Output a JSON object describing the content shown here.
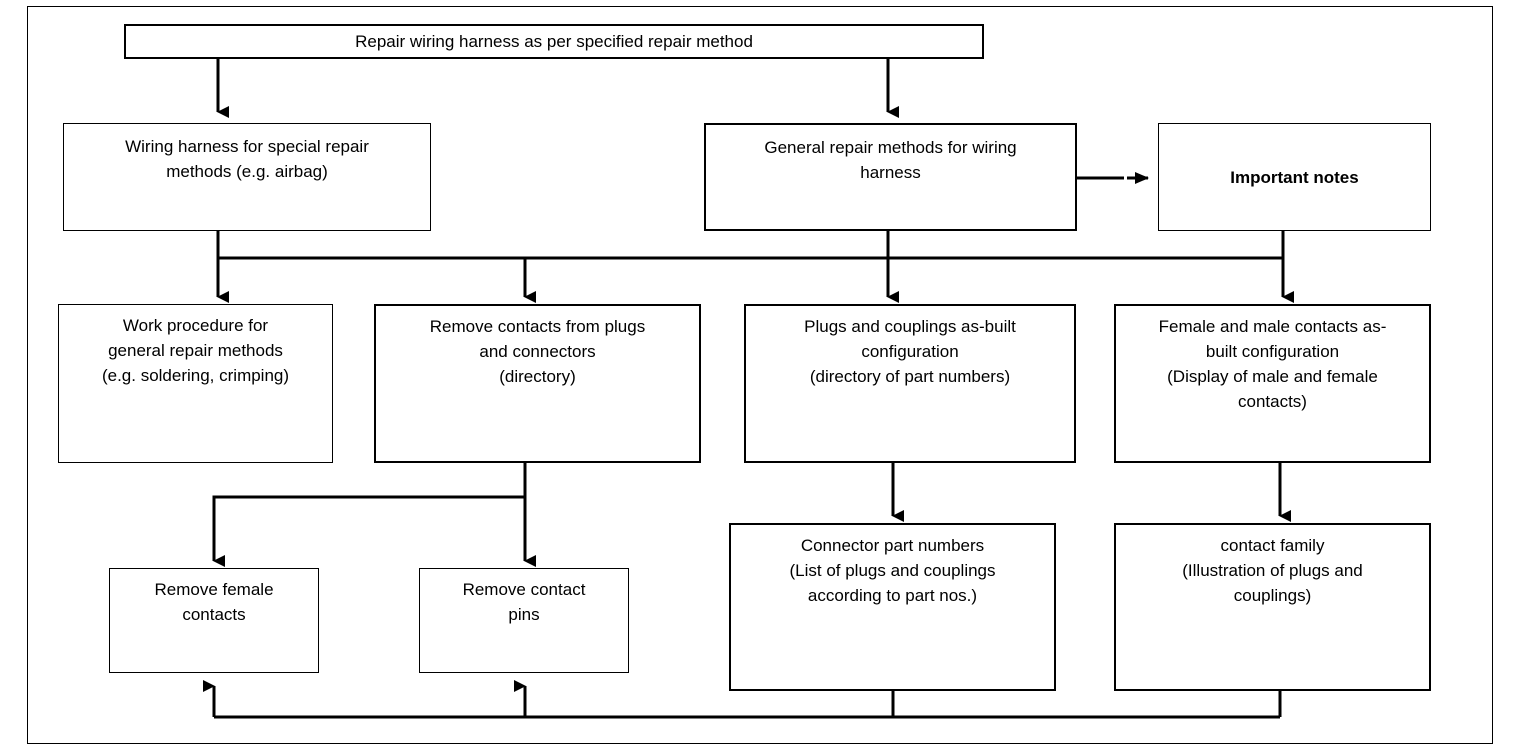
{
  "diagram": {
    "title_text": "Repair wiring harness as per specified repair method",
    "nodes": [
      {
        "id": "root",
        "label": "Repair wiring harness as per specified repair method"
      },
      {
        "id": "special-methods",
        "label": "Wiring harness for special repair\nmethods (e.g. airbag)"
      },
      {
        "id": "general-methods",
        "label": "General repair methods for wiring\nharness"
      },
      {
        "id": "important-notes",
        "label": "Important notes"
      },
      {
        "id": "work-procedure",
        "label": "Work procedure for\ngeneral repair methods\n(e.g. soldering, crimping)"
      },
      {
        "id": "remove-contacts",
        "label": "Remove contacts from plugs\nand connectors\n(directory)"
      },
      {
        "id": "plugs-couplings",
        "label": "Plugs and couplings as-built\nconfiguration\n(directory of part numbers)"
      },
      {
        "id": "female-male-contacts",
        "label": "Female and male contacts as-\nbuilt configuration\n(Display of male and female\ncontacts)"
      },
      {
        "id": "remove-female-contacts",
        "label": "Remove female\ncontacts"
      },
      {
        "id": "remove-contact-pins",
        "label": "Remove contact\npins"
      },
      {
        "id": "connector-part-numbers",
        "label": "Connector part numbers\n(List of plugs and couplings\naccording to part nos.)"
      },
      {
        "id": "contact-family",
        "label": "contact family\n(Illustration of plugs and\ncouplings)"
      }
    ],
    "colors": {
      "stroke": "#000000",
      "fill": "#ffffff",
      "text": "#000000"
    }
  }
}
